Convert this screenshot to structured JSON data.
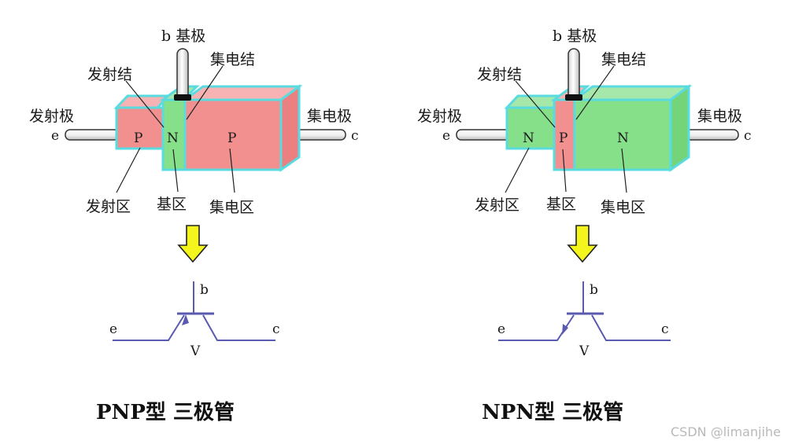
{
  "pnp": {
    "base_terminal": "b 基极",
    "collector_junction": "集电结",
    "emitter_junction": "发射结",
    "emitter_electrode": "发射极",
    "collector_electrode": "集电极",
    "e": "e",
    "c": "c",
    "emitter_layer": "P",
    "base_layer": "N",
    "collector_layer": "P",
    "emitter_region": "发射区",
    "base_region": "基区",
    "collector_region": "集电区",
    "symbol_b": "b",
    "symbol_e": "e",
    "symbol_c": "c",
    "symbol_v": "V",
    "title": "PNP型 三极管"
  },
  "npn": {
    "base_terminal": "b 基极",
    "collector_junction": "集电结",
    "emitter_junction": "发射结",
    "emitter_electrode": "发射极",
    "collector_electrode": "集电极",
    "e": "e",
    "c": "c",
    "emitter_layer": "N",
    "base_layer": "P",
    "collector_layer": "N",
    "emitter_region": "发射区",
    "base_region": "基区",
    "collector_region": "集电区",
    "symbol_b": "b",
    "symbol_e": "e",
    "symbol_c": "c",
    "symbol_v": "V",
    "title": "NPN型 三极管"
  },
  "watermark": "CSDN @limanjihe",
  "colors": {
    "p_region": "#f29090",
    "n_region": "#86e08a",
    "box_outline": "#59dbe0",
    "arrow_fill": "#f5f51e",
    "symbol_line": "#5a5ab0"
  }
}
